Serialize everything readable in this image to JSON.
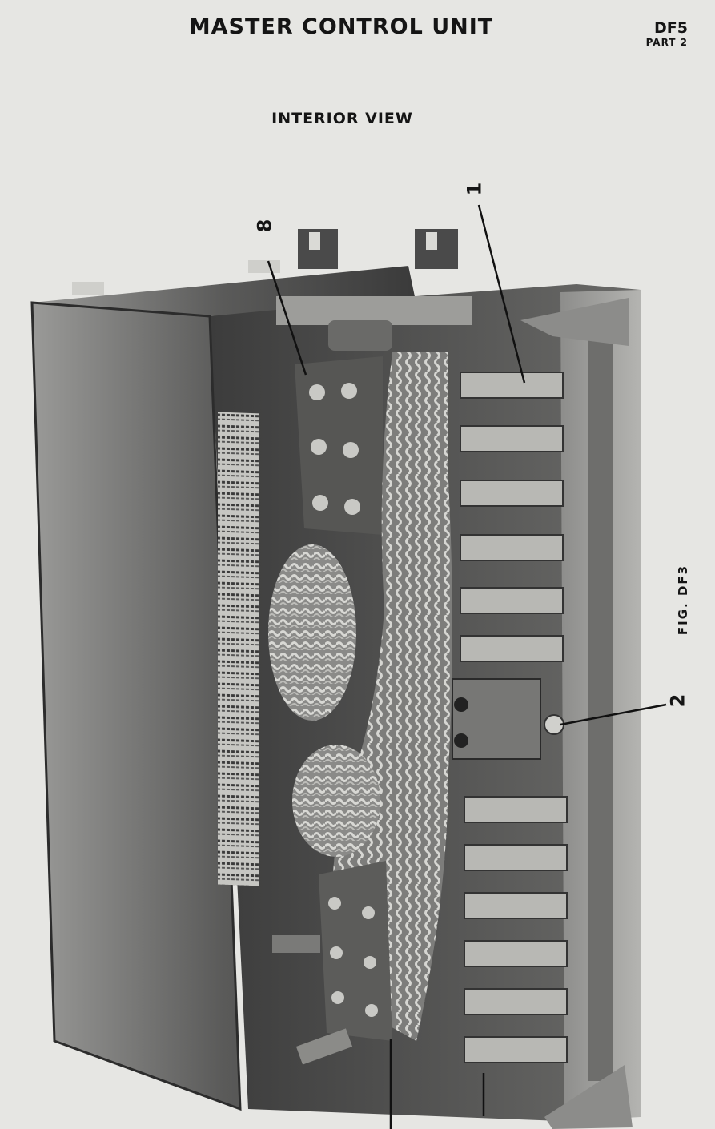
{
  "header": {
    "title": "MASTER CONTROL UNIT",
    "ref_code": "DF5",
    "ref_part": "PART 2"
  },
  "subtitle": "INTERIOR VIEW",
  "figure": {
    "label": "FIG. DF3",
    "callouts": [
      "1",
      "2",
      "8"
    ]
  },
  "colors": {
    "paper": "#e6e6e3",
    "ink": "#151515"
  }
}
